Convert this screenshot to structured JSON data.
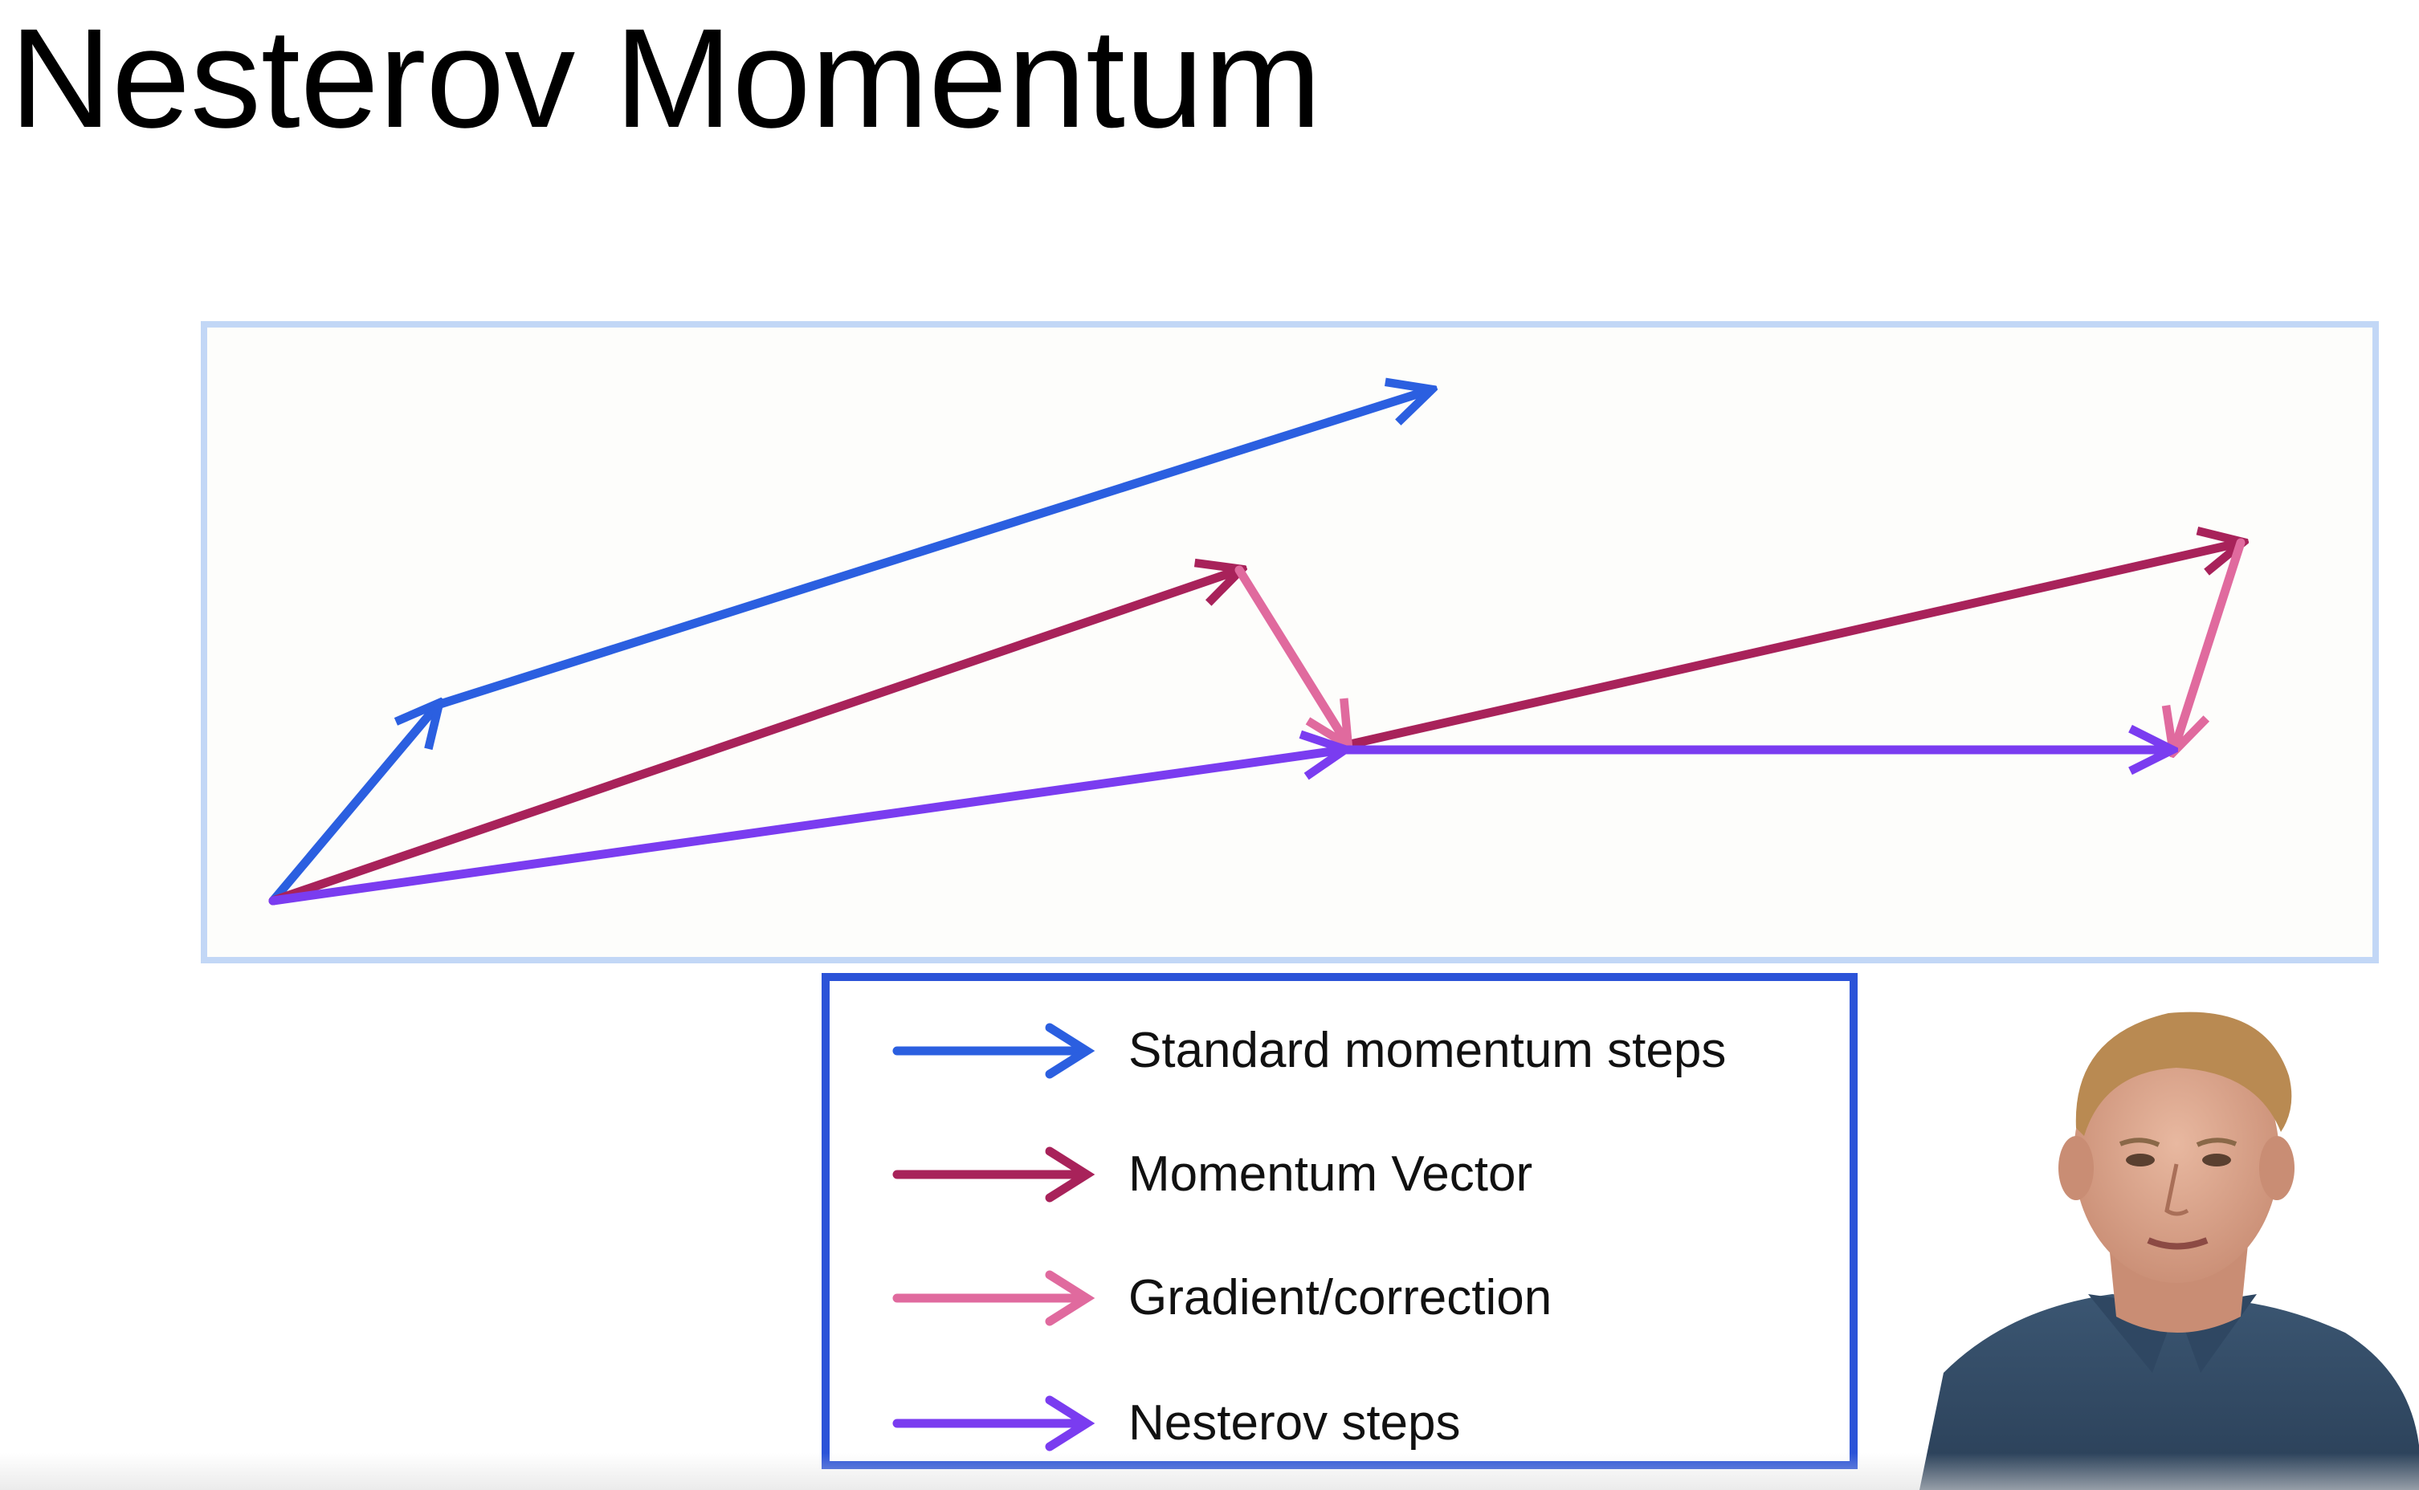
{
  "slide": {
    "title": "Nesterov Momentum"
  },
  "colors": {
    "standard": "#2b5fe0",
    "momentum": "#a8225a",
    "gradient": "#e06a9e",
    "nesterov": "#7a3cf0",
    "legend_border": "#2b53d8",
    "diagram_border": "#c2d7f6"
  },
  "legend": {
    "items": [
      {
        "label": "Standard momentum steps",
        "color_key": "standard"
      },
      {
        "label": "Momentum Vector",
        "color_key": "momentum"
      },
      {
        "label": "Gradient/correction",
        "color_key": "gradient"
      },
      {
        "label": "Nesterov steps",
        "color_key": "nesterov"
      }
    ]
  }
}
